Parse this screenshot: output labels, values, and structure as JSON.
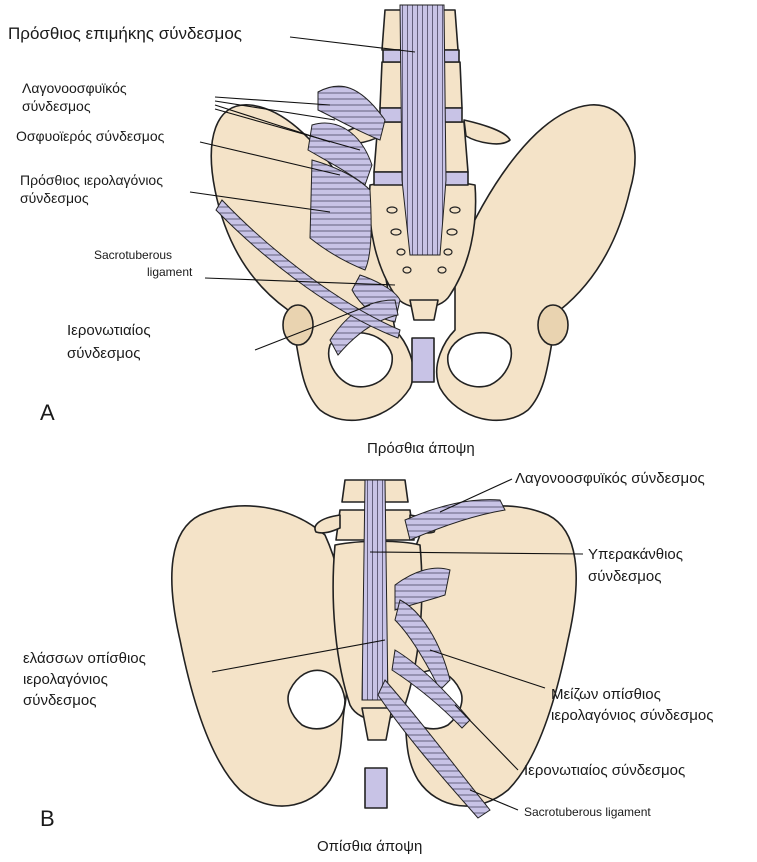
{
  "figure": {
    "panel_a": {
      "letter": "A",
      "caption": "Πρόσθια άποψη",
      "labels": {
        "anterior_longitudinal": "Πρόσθιος επιμήκης σύνδεσμος",
        "iliolumbar_line1": "Λαγονοοσφυϊκός",
        "iliolumbar_line2": "σύνδεσμος",
        "lumbosacral": "Οσφυοϊερός σύνδεσμος",
        "anterior_sacroiliac_line1": "Πρόσθιος ιερολαγόνιος",
        "anterior_sacroiliac_line2": "σύνδεσμος",
        "sacrotuberous_line1": "Sacrotuberous",
        "sacrotuberous_line2": "ligament",
        "sacrospinous_line1": "Ιερονωτιαίος",
        "sacrospinous_line2": "σύνδεσμος"
      }
    },
    "panel_b": {
      "letter": "B",
      "caption": "Οπίσθια άποψη",
      "labels": {
        "iliolumbar": "Λαγονοοσφυϊκός σύνδεσμος",
        "supraspinous_line1": "Υπερακάνθιος",
        "supraspinous_line2": "σύνδεσμος",
        "short_posterior_line1": "ελάσσων οπίσθιος",
        "short_posterior_line2": "ιερολαγόνιος",
        "short_posterior_line3": "σύνδεσμος",
        "long_posterior_line1": "Μείζων οπίσθιος",
        "long_posterior_line2": "ιερολαγόνιος σύνδεσμος",
        "sacrospinous": "Ιερονωτιαίος σύνδεσμος",
        "sacrotuberous": "Sacrotuberous ligament"
      }
    },
    "colors": {
      "bone": "#f4e3c8",
      "ligament": "#c8c3e6",
      "outline": "#222222"
    }
  }
}
